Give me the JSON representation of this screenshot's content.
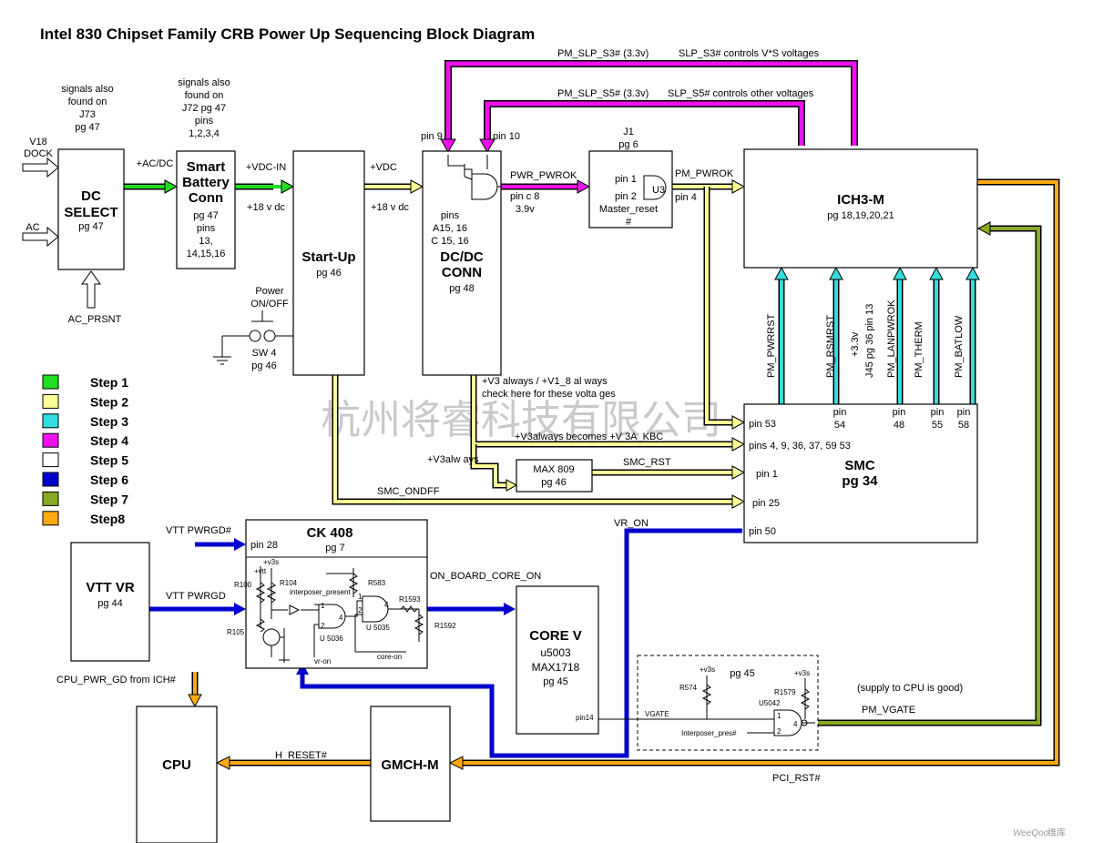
{
  "title": "Intel 830 Chipset Family CRB Power Up Sequencing Block Diagram",
  "colors": {
    "step1": "#22dd22",
    "step2": "#ffff99",
    "step3": "#33dddd",
    "step4": "#ee11ee",
    "step5": "#ffffff",
    "step6": "#0000cc",
    "step7": "#88aa22",
    "step8": "#ffaa11"
  },
  "legend": [
    "Step 1",
    "Step 2",
    "Step 3",
    "Step 4",
    "Step 5",
    "Step 6",
    "Step 7",
    "Step8"
  ],
  "blocks": {
    "dc_select": {
      "name1": "DC",
      "name2": "SELECT",
      "page": "pg 47",
      "note": [
        "signals also",
        "found on",
        "J73",
        "pg 47"
      ]
    },
    "smart_battery": {
      "name1": "Smart",
      "name2": "Battery",
      "name3": "Conn",
      "info": [
        "pg 47",
        "pins",
        "13,",
        "14,15,16"
      ],
      "note": [
        "signals also",
        "found on",
        "J72 pg  47",
        "pins",
        "1,2,3,4"
      ]
    },
    "startup": {
      "name": "Start-Up",
      "page": "pg 46"
    },
    "dcdc": {
      "pins": [
        "pins",
        "A15, 16",
        "C 15, 16"
      ],
      "name1": "DC/DC",
      "name2": "CONN",
      "page": "pg 48"
    },
    "j1": {
      "name": "J1",
      "page": "pg 6",
      "pin1": "pin 1",
      "pin2": "pin 2",
      "u3": "U3",
      "reset": "Master_reset",
      "hash": "#"
    },
    "ich3": {
      "name": "ICH3-M",
      "pages": "pg 18,19,20,21"
    },
    "smc": {
      "name": "SMC",
      "page": "pg 34"
    },
    "max809": {
      "name": "MAX 809",
      "page": "pg 46"
    },
    "ck408": {
      "name": "CK 408",
      "page": "pg 7"
    },
    "vttvr": {
      "name": "VTT VR",
      "page": "pg 44"
    },
    "corev": {
      "name": "CORE V",
      "part1": "u5003",
      "part2": "MAX1718",
      "page": "pg 45",
      "pin": "pin14"
    },
    "cpu": {
      "name": "CPU"
    },
    "gmch": {
      "name": "GMCH-M"
    },
    "vgate_box": {
      "page": "pg 45"
    },
    "switch": {
      "label1": "Power",
      "label2": "ON/OFF",
      "name": "SW 4",
      "page": "pg 46"
    }
  },
  "signals": {
    "v18dock1": "V18",
    "v18dock2": "DOCK",
    "ac": "AC",
    "ac_prsnt": "AC_PRSNT",
    "acdc": "+AC/DC",
    "vdcin": "+VDC-IN",
    "v18a": "+18 v  dc",
    "vdc": "+VDC",
    "v18b": "+18 v  dc",
    "pm_slp_s3": "PM_SLP_S3# (3.3v)",
    "slp_s3_note": "SLP_S3# controls V*S voltages",
    "pm_slp_s5": "PM_SLP_S5# (3.3v)",
    "slp_s5_note": "SLP_S5# controls other voltages",
    "pin9": "pin 9",
    "pin10": "pin 10",
    "pwr_pwrok": "PWR_PWROK",
    "pinc8": "pin c 8",
    "v39": "3.9v",
    "pm_pwrok": "PM_PWROK",
    "pin4": "pin 4",
    "v3_always": "+V3 always / +V1_8 al  ways",
    "check": "check here for these volta ges",
    "v3_becomes": "+V3always becomes +V 3A_KBC",
    "v3alw": "+V3alw ays",
    "smc_rst": "SMC_RST",
    "smc_ondff": "SMC_ONDFF",
    "vr_on": "VR_ON",
    "vtt_pwrgd_in": "VTT PWRGD#",
    "vtt_pwrgd": "VTT PWRGD",
    "on_board": "ON_BOARD_CORE_ON",
    "cpu_pwr_gd": "CPU_PWR_GD from ICH#",
    "h_reset": "H_RESET#",
    "pci_rst": "PCI_RST#",
    "pm_vgate": "PM_VGATE",
    "supply": "(supply to CPU is good)",
    "vgate": "VGATE"
  },
  "smc_pins": {
    "pin53": "pin 53",
    "pins4": "pins 4, 9, 36, 37, 59 53",
    "pin1": "pin 1",
    "pin25": "pin 25",
    "pin50": "pin 50",
    "top": [
      "pin",
      "54",
      "pin",
      "48",
      "pin",
      "55",
      "pin",
      "58"
    ]
  },
  "ich_signals": [
    "PM_PWRRST",
    "PM_RSMRST",
    "+3.3v",
    "J45 pg 36 pin 13",
    "PM_LANPWROK",
    "PM_THERM",
    "PM_BATLOW"
  ],
  "ck408_parts": {
    "pin28": "pin 28",
    "v3s": "+v3s",
    "vtt": "+vtt",
    "r100": "R100",
    "r104": "R104",
    "r105": "R105",
    "r583": "R583",
    "r1593": "R1593",
    "r1592": "R1592",
    "interposer": "interposer_present",
    "u5036": "U 5036",
    "u5035": "U 5035",
    "vr_on": "vr-on",
    "core_on": "core-on",
    "g1": "1",
    "g2": "2",
    "g4": "4",
    "h1": "1",
    "h2": "2",
    "h4": "4"
  },
  "vgate_parts": {
    "v3s1": "+v3s",
    "v3s2": "+v3s",
    "r574": "R574",
    "r1579": "R1579",
    "u5042": "U5042",
    "interposer": "Interposer_pres#",
    "g1": "1",
    "g2": "2",
    "g4": "4"
  },
  "watermark": "杭州将睿科技有限公司",
  "footer": {
    "brand": "WeeQoo",
    "cn": "维库"
  }
}
